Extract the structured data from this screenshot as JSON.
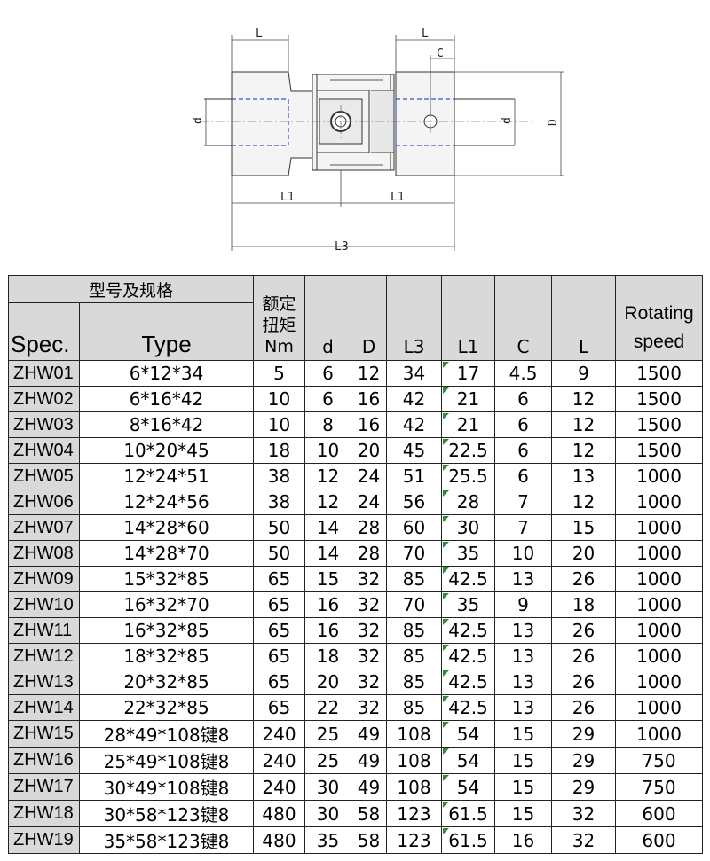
{
  "drawing": {
    "labels": {
      "L_left": "L",
      "L_right": "L",
      "C": "C",
      "d_left": "d",
      "d_right": "d",
      "D": "D",
      "L1_left": "L1",
      "L1_right": "L1",
      "L3": "L3"
    }
  },
  "table": {
    "group_header": "型号及规格",
    "spec_header": "Spec.",
    "type_header": "Type",
    "torque_header_line1": "额定",
    "torque_header_line2": "扭矩",
    "torque_header_line3": "Nm",
    "d_header": "d",
    "D_header": "D",
    "L3_header": "L3",
    "L1_header": "L1",
    "C_header": "C",
    "L_header": "L",
    "rot_header_line1": "Rotating",
    "rot_header_line2": "speed",
    "rows": [
      {
        "spec": "ZHW01",
        "type": "6*12*34",
        "nm": "5",
        "d": "6",
        "D": "12",
        "l3": "34",
        "l1": "17",
        "c": "4.5",
        "l": "9",
        "rpm": "1500"
      },
      {
        "spec": "ZHW02",
        "type": "6*16*42",
        "nm": "10",
        "d": "6",
        "D": "16",
        "l3": "42",
        "l1": "21",
        "c": "6",
        "l": "12",
        "rpm": "1500"
      },
      {
        "spec": "ZHW03",
        "type": "8*16*42",
        "nm": "10",
        "d": "8",
        "D": "16",
        "l3": "42",
        "l1": "21",
        "c": "6",
        "l": "12",
        "rpm": "1500"
      },
      {
        "spec": "ZHW04",
        "type": "10*20*45",
        "nm": "18",
        "d": "10",
        "D": "20",
        "l3": "45",
        "l1": "22.5",
        "c": "6",
        "l": "12",
        "rpm": "1500"
      },
      {
        "spec": "ZHW05",
        "type": "12*24*51",
        "nm": "38",
        "d": "12",
        "D": "24",
        "l3": "51",
        "l1": "25.5",
        "c": "6",
        "l": "13",
        "rpm": "1000"
      },
      {
        "spec": "ZHW06",
        "type": "12*24*56",
        "nm": "38",
        "d": "12",
        "D": "24",
        "l3": "56",
        "l1": "28",
        "c": "7",
        "l": "12",
        "rpm": "1000"
      },
      {
        "spec": "ZHW07",
        "type": "14*28*60",
        "nm": "50",
        "d": "14",
        "D": "28",
        "l3": "60",
        "l1": "30",
        "c": "7",
        "l": "15",
        "rpm": "1000"
      },
      {
        "spec": "ZHW08",
        "type": "14*28*70",
        "nm": "50",
        "d": "14",
        "D": "28",
        "l3": "70",
        "l1": "35",
        "c": "10",
        "l": "20",
        "rpm": "1000"
      },
      {
        "spec": "ZHW09",
        "type": "15*32*85",
        "nm": "65",
        "d": "15",
        "D": "32",
        "l3": "85",
        "l1": "42.5",
        "c": "13",
        "l": "26",
        "rpm": "1000"
      },
      {
        "spec": "ZHW10",
        "type": "16*32*70",
        "nm": "65",
        "d": "16",
        "D": "32",
        "l3": "70",
        "l1": "35",
        "c": "9",
        "l": "18",
        "rpm": "1000"
      },
      {
        "spec": "ZHW11",
        "type": "16*32*85",
        "nm": "65",
        "d": "16",
        "D": "32",
        "l3": "85",
        "l1": "42.5",
        "c": "13",
        "l": "26",
        "rpm": "1000"
      },
      {
        "spec": "ZHW12",
        "type": "18*32*85",
        "nm": "65",
        "d": "18",
        "D": "32",
        "l3": "85",
        "l1": "42.5",
        "c": "13",
        "l": "26",
        "rpm": "1000"
      },
      {
        "spec": "ZHW13",
        "type": "20*32*85",
        "nm": "65",
        "d": "20",
        "D": "32",
        "l3": "85",
        "l1": "42.5",
        "c": "13",
        "l": "26",
        "rpm": "1000"
      },
      {
        "spec": "ZHW14",
        "type": "22*32*85",
        "nm": "65",
        "d": "22",
        "D": "32",
        "l3": "85",
        "l1": "42.5",
        "c": "13",
        "l": "26",
        "rpm": "1000"
      },
      {
        "spec": "ZHW15",
        "type": "28*49*108键8",
        "nm": "240",
        "d": "25",
        "D": "49",
        "l3": "108",
        "l1": "54",
        "c": "15",
        "l": "29",
        "rpm": "1000"
      },
      {
        "spec": "ZHW16",
        "type": "25*49*108键8",
        "nm": "240",
        "d": "25",
        "D": "49",
        "l3": "108",
        "l1": "54",
        "c": "15",
        "l": "29",
        "rpm": "750"
      },
      {
        "spec": "ZHW17",
        "type": "30*49*108键8",
        "nm": "240",
        "d": "30",
        "D": "49",
        "l3": "108",
        "l1": "54",
        "c": "15",
        "l": "29",
        "rpm": "750"
      },
      {
        "spec": "ZHW18",
        "type": "30*58*123键8",
        "nm": "480",
        "d": "30",
        "D": "58",
        "l3": "123",
        "l1": "61.5",
        "c": "15",
        "l": "32",
        "rpm": "600"
      },
      {
        "spec": "ZHW19",
        "type": "35*58*123键8",
        "nm": "480",
        "d": "35",
        "D": "58",
        "l3": "123",
        "l1": "61.5",
        "c": "16",
        "l": "32",
        "rpm": "600"
      }
    ]
  }
}
